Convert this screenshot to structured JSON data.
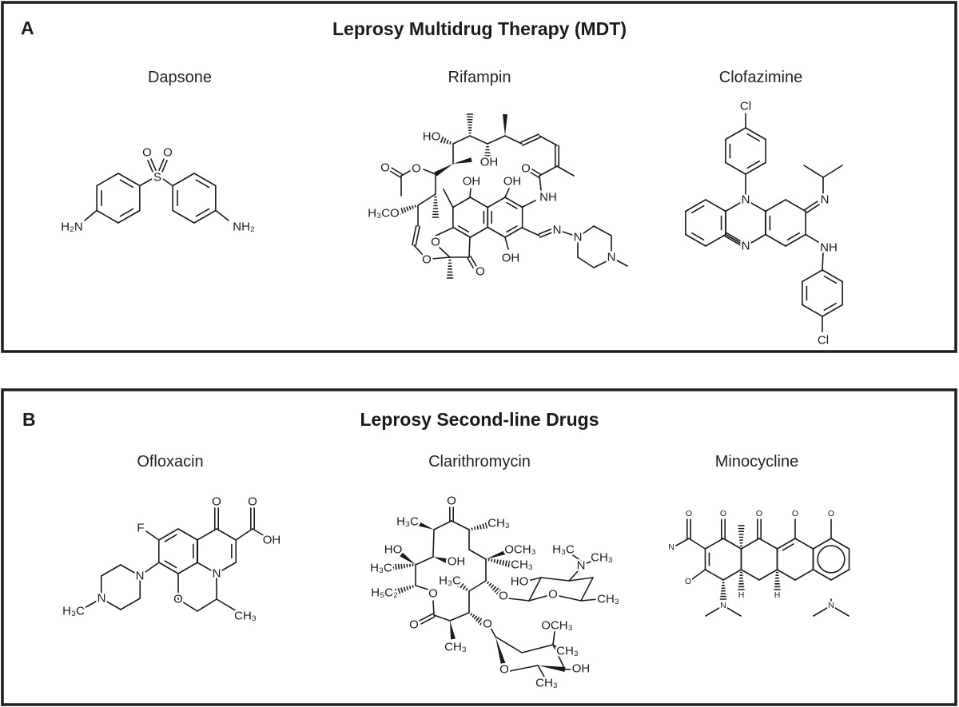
{
  "panels": [
    {
      "letter": "A",
      "title": "Leprosy Multidrug Therapy (MDT)",
      "molecules": [
        {
          "name": "Dapsone",
          "atoms": [
            "O",
            "O",
            "S",
            "H₂N",
            "NH₂"
          ]
        },
        {
          "name": "Rifampin",
          "atoms": [
            "HO",
            "OH",
            "O",
            "NH",
            "O",
            "O",
            "H₃CO",
            "O",
            "O",
            "O",
            "OH",
            "OH",
            "OH",
            "N",
            "N",
            "N"
          ]
        },
        {
          "name": "Clofazimine",
          "atoms": [
            "Cl",
            "N",
            "N",
            "N",
            "NH",
            "Cl"
          ]
        }
      ]
    },
    {
      "letter": "B",
      "title": "Leprosy Second-line Drugs",
      "molecules": [
        {
          "name": "Ofloxacin",
          "atoms": [
            "O",
            "O",
            "OH",
            "F",
            "N",
            "N",
            "N",
            "H₃C",
            "O",
            "CH₃"
          ]
        },
        {
          "name": "Clarithromycin",
          "atoms": [
            "O",
            "H₃C",
            "CH₃",
            "HO",
            "OH",
            "H₃C",
            "H₅C₂",
            "O",
            "O",
            "CH₃",
            "H₃C",
            "OCH₃",
            "CH₃",
            "O",
            "O",
            "H₃C",
            "N",
            "CH₃",
            "HO",
            "O",
            "CH₃",
            "OCH₃",
            "CH₃",
            "OH",
            "O",
            "CH₃"
          ]
        },
        {
          "name": "Minocycline",
          "atoms": [
            "O",
            "O",
            "O",
            "O",
            "O",
            "N",
            "O",
            "H",
            "H",
            "N",
            "N"
          ]
        }
      ]
    }
  ]
}
